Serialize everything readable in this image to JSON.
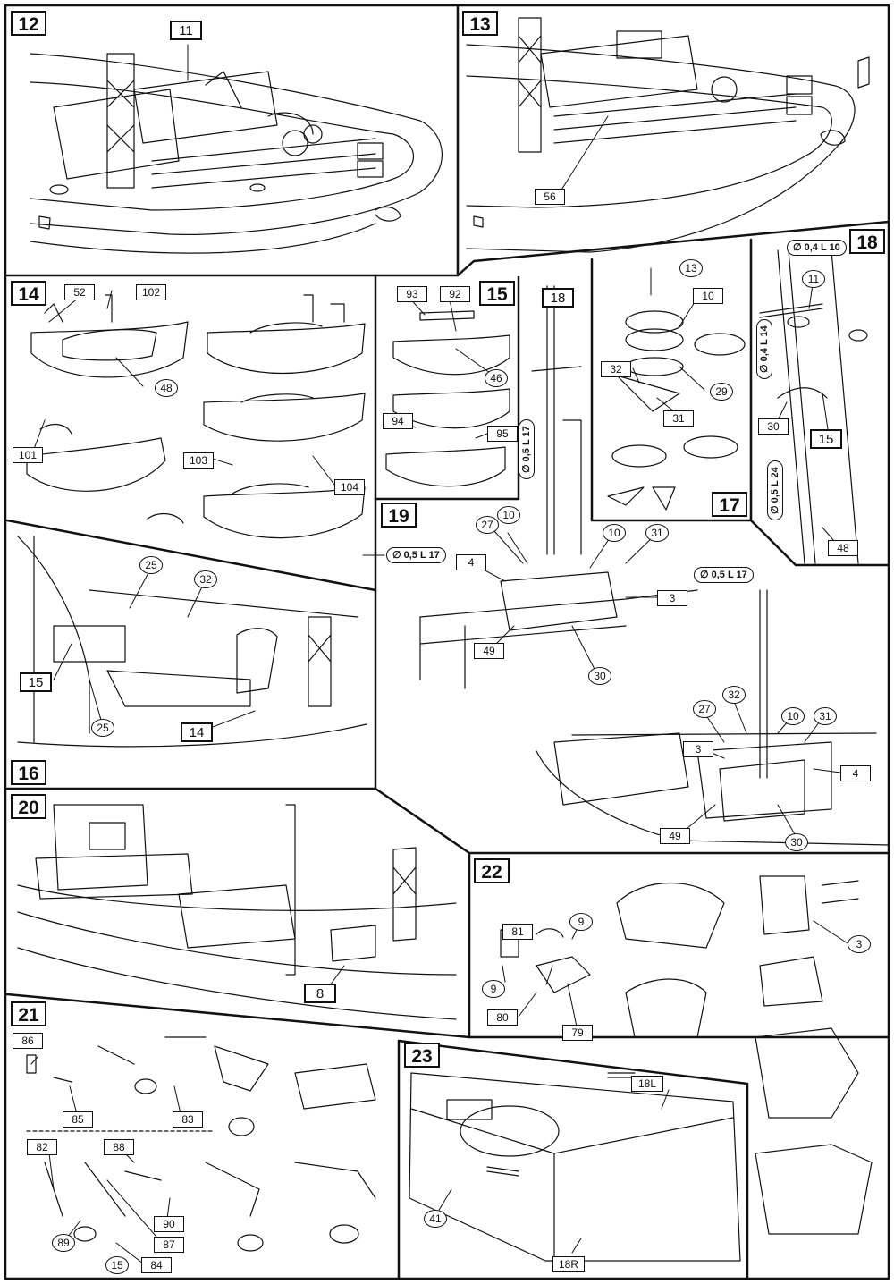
{
  "steps": {
    "s12": "12",
    "s13": "13",
    "s14": "14",
    "s15": "15",
    "s16": "16",
    "s17": "17",
    "s18": "18",
    "s19": "19",
    "s20": "20",
    "s21": "21",
    "s22": "22",
    "s23": "23"
  },
  "parts": {
    "p11": "11",
    "p56": "56",
    "p52": "52",
    "p102": "102",
    "p48": "48",
    "p101": "101",
    "p103": "103",
    "p104": "104",
    "p93": "93",
    "p92": "92",
    "p46": "46",
    "p94": "94",
    "p95": "95",
    "p18_tag": "18",
    "p13": "13",
    "p10": "10",
    "p32": "32",
    "p29": "29",
    "p31": "31",
    "p11b": "11",
    "p30": "30",
    "p15_tag": "15",
    "p48b": "48",
    "p25a": "25",
    "p32b": "32",
    "p15_ref": "15",
    "p25b": "25",
    "p14_ref": "14",
    "p27": "27",
    "p10b": "10",
    "p10c": "10",
    "p31b": "31",
    "p4": "4",
    "p3": "3",
    "p49": "49",
    "p30b": "30",
    "p32c": "32",
    "p27b": "27",
    "p10d": "10",
    "p31c": "31",
    "p3b": "3",
    "p4b": "4",
    "p49b": "49",
    "p30c": "30",
    "p8": "8",
    "p81": "81",
    "p9": "9",
    "p9b": "9",
    "p80": "80",
    "p79": "79",
    "p3c": "3",
    "p86": "86",
    "p85": "85",
    "p83": "83",
    "p82": "82",
    "p88": "88",
    "p90": "90",
    "p87": "87",
    "p89": "89",
    "p84": "84",
    "p15": "15",
    "p18L": "18L",
    "p41": "41",
    "p18R": "18R"
  },
  "specs": {
    "wire_a": "∅ 0,5 L 17",
    "wire_b": "∅ 0,5 L 17",
    "wire_c": "∅ 0,5 L 17",
    "wire_d": "∅ 0,4 L 10",
    "wire_e": "∅ 0,4 L 14",
    "wire_f": "∅ 0,5 L 24"
  }
}
